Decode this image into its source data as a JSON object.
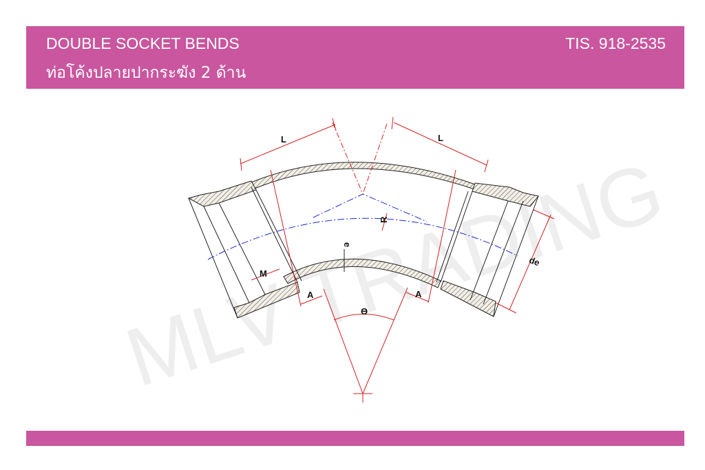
{
  "header": {
    "title_en": "DOUBLE SOCKET BENDS",
    "title_th": "ท่อโค้งปลายปากระฆัง 2 ด้าน",
    "standard": "TIS. 918-2535"
  },
  "drawing": {
    "labels": {
      "L_left": "L",
      "L_right": "L",
      "R": "R",
      "e": "e",
      "M": "M",
      "A_left": "A",
      "A_right": "A",
      "theta": "Ө",
      "de": "de"
    },
    "watermark": "MLV TRADING"
  },
  "colors": {
    "brand": "#c9569e",
    "dimension": "#d42020",
    "centerline": "#1a2bd0"
  }
}
